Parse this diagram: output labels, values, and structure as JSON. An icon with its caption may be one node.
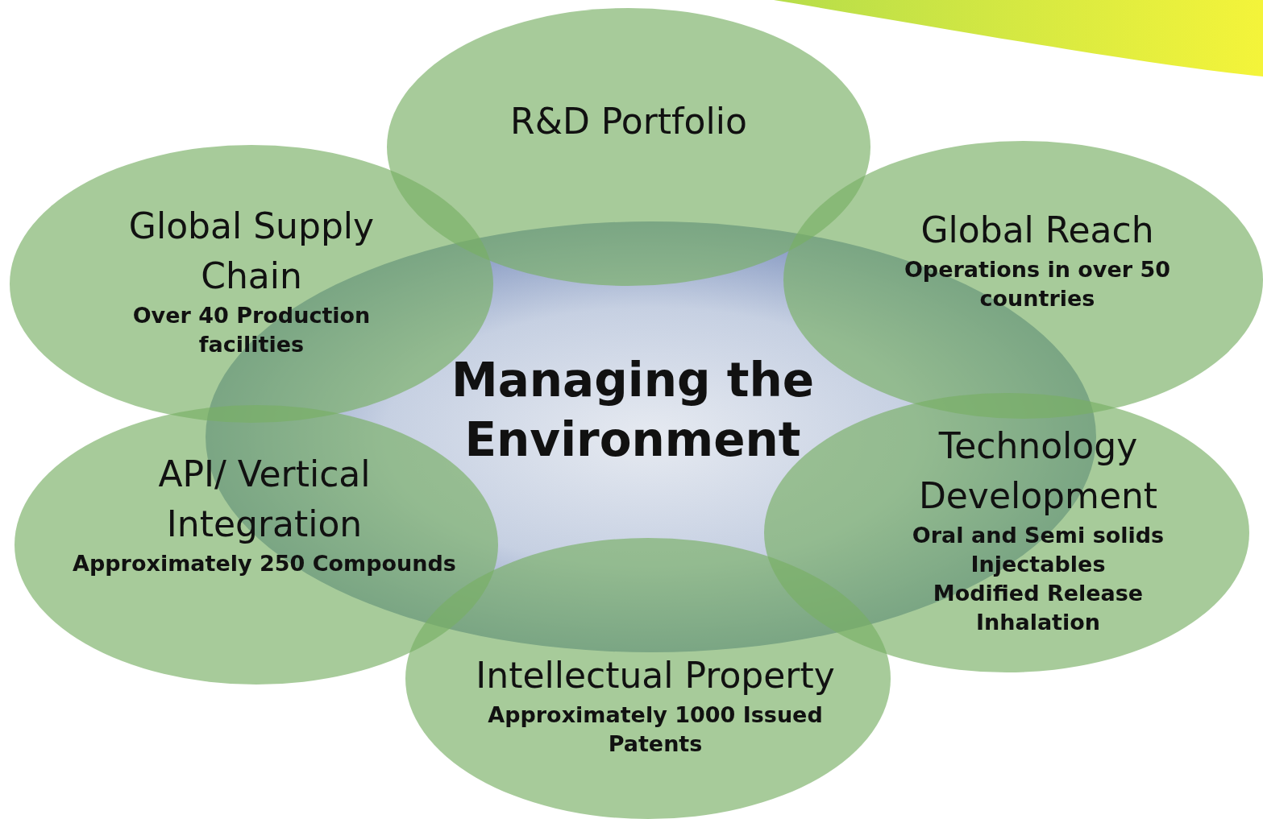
{
  "diagram": {
    "nodes": [
      {
        "text": [
          "Managing the Environment"
        ]
      },
      {
        "text": [
          "R&D Portfolio"
        ]
      },
      {
        "text": [
          "Global Supply Chain",
          "Over 40 Production facilities"
        ]
      },
      {
        "text": [
          "Global Reach",
          "Operations in over 50 countries"
        ]
      },
      {
        "text": [
          "API/ Vertical Integration",
          "Approximately 250 Compounds"
        ]
      },
      {
        "text": [
          "Technology Development",
          "Oral and Semi solids",
          "Injectables",
          "Modified Release",
          "Inhalation"
        ]
      },
      {
        "text": [
          "Intellectual Property",
          "Approximately 1000 Issued Patents"
        ]
      }
    ]
  }
}
